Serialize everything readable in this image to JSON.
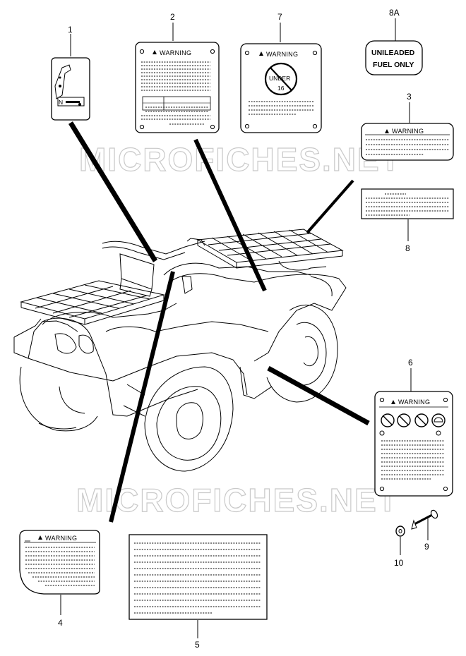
{
  "watermark": "MICROFICHES.NET",
  "labels": {
    "part_1": "1",
    "part_2": "2",
    "part_3": "3",
    "part_4": "4",
    "part_5": "5",
    "part_6": "6",
    "part_7": "7",
    "part_8": "8",
    "part_8a": "8A",
    "part_9": "9",
    "part_10": "10"
  },
  "decals": {
    "warning_text": "WARNING",
    "fuel_line1": "UNILEADED",
    "fuel_line2": "FUEL ONLY",
    "age_line1": "UNDER",
    "age_line2": "16",
    "switch_letter": "N"
  }
}
